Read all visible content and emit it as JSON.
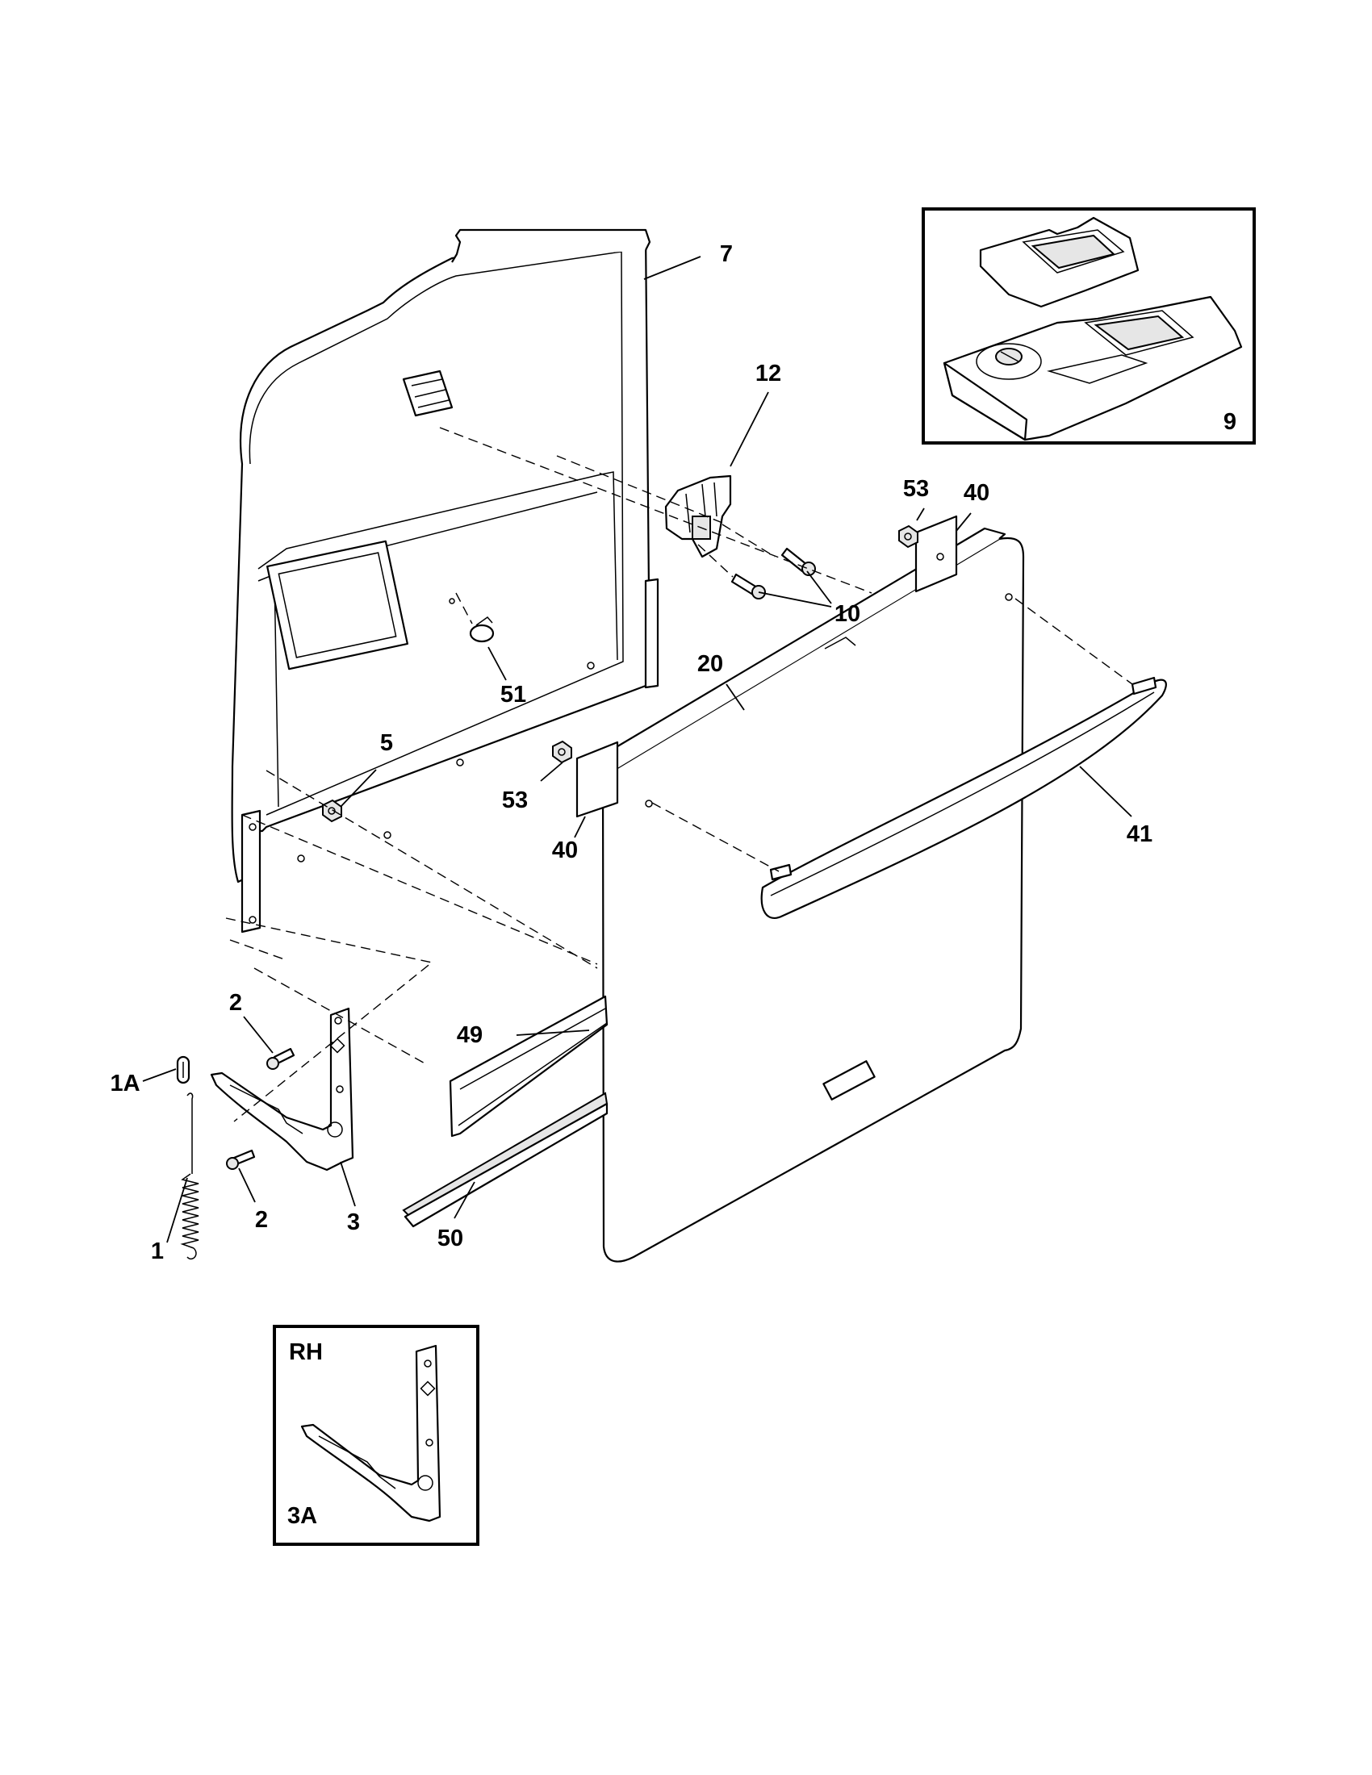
{
  "callouts": {
    "c7": "7",
    "c12": "12",
    "c53a": "53",
    "c40a": "40",
    "c10": "10",
    "c20": "20",
    "c51": "51",
    "c5": "5",
    "c53b": "53",
    "c40b": "40",
    "c41": "41",
    "c2a": "2",
    "c49": "49",
    "c1A": "1A",
    "c1": "1",
    "c2b": "2",
    "c3": "3",
    "c50": "50",
    "c9": "9"
  },
  "inset_rh": {
    "label": "RH",
    "part": "3A"
  }
}
